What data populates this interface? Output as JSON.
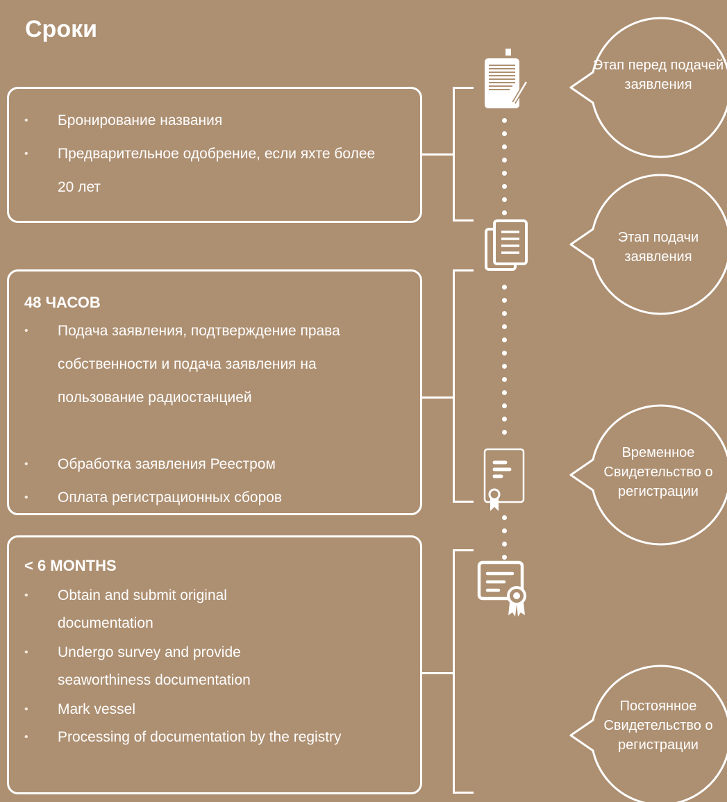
{
  "title": "Сроки",
  "stages": [
    {
      "heading": "",
      "items": [
        "Бронирование названия",
        "Предварительное одобрение, если яхте более 20 лет"
      ],
      "icon": "clipboard-document-icon",
      "label": "Этап перед подачей заявления"
    },
    {
      "heading": "48 ЧАСОВ",
      "items": [
        "Подача заявления, подтверждение права собственности и подача заявления на пользование радиостанцией",
        "Обработка заявления Реестром",
        "Оплата регистрационных сборов"
      ],
      "icon": "documents-stack-icon",
      "label": "Этап подачи заявления"
    },
    {
      "heading": "",
      "items": [],
      "icon": "certificate-ribbon-icon",
      "label": "Временное Свидетельство о регистрации"
    },
    {
      "heading": "< 6 MONTHS",
      "items": [
        "Obtain and submit original documentation",
        "Undergo survey and provide seaworthiness documentation",
        "Mark vessel",
        "Processing of documentation by the registry"
      ],
      "icon": "certificate-award-icon",
      "label": "Постоянное Свидетельство о регистрации"
    }
  ],
  "colors": {
    "background": "#ad8f71",
    "foreground": "#ffffff"
  }
}
